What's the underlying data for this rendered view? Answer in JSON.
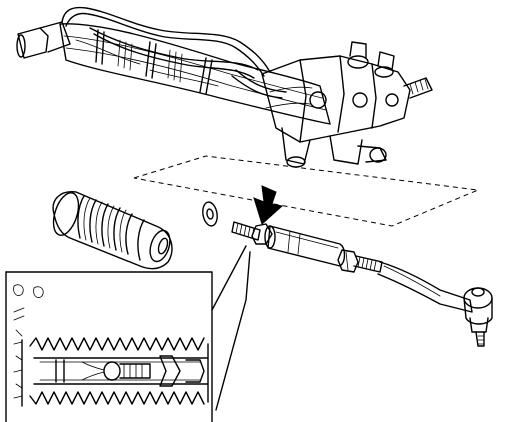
{
  "figure": {
    "background": "#ffffff",
    "line_color": "#000000",
    "components": [
      {
        "name": "steering-rack-housing",
        "icon": "rack-housing"
      },
      {
        "name": "steering-gear-pinion-valve",
        "icon": "pinion-valve"
      },
      {
        "name": "rack-boot",
        "icon": "bellows-boot"
      },
      {
        "name": "boot-clamp-washer",
        "icon": "washer"
      },
      {
        "name": "inner-tie-rod-joint",
        "icon": "ball-joint"
      },
      {
        "name": "tie-rod-sleeve",
        "icon": "sleeve"
      },
      {
        "name": "lock-nut",
        "icon": "nut"
      },
      {
        "name": "outer-tie-rod-end",
        "icon": "tie-rod-end"
      },
      {
        "name": "removal-arrow",
        "icon": "arrow-down"
      },
      {
        "name": "detail-inset",
        "icon": "magnify-callout"
      }
    ]
  }
}
